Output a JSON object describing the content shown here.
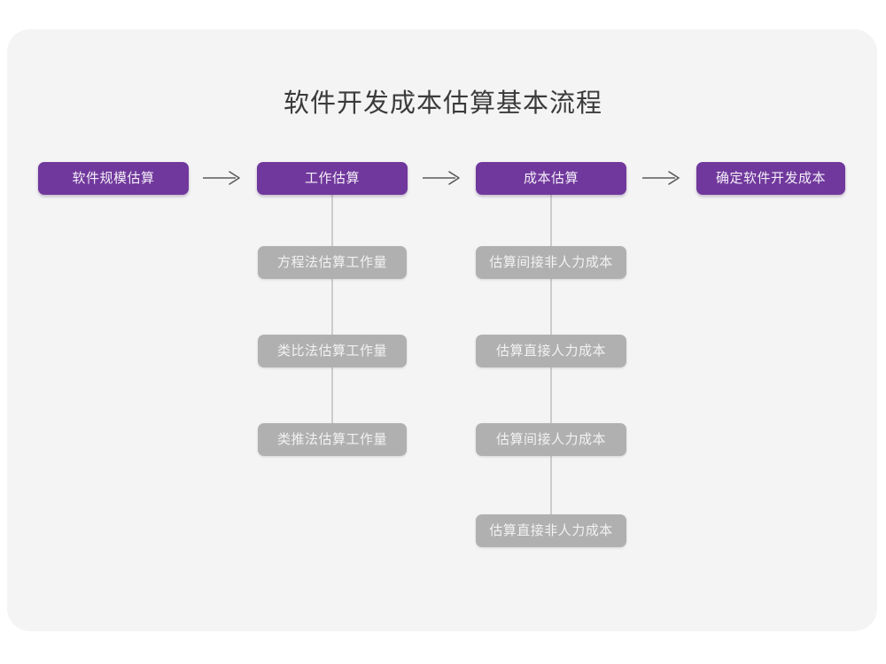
{
  "page": {
    "title": "软件开发成本估算基本流程",
    "background_color": "#ffffff",
    "card_color": "#f4f4f5",
    "accent_color": "#70389c",
    "secondary_color": "#b0b0b0",
    "connector_color": "#cccccc",
    "arrow_color": "#595959"
  },
  "flow": {
    "main_steps": [
      {
        "label": "软件规模估算"
      },
      {
        "label": "工作估算"
      },
      {
        "label": "成本估算"
      },
      {
        "label": "确定软件开发成本"
      }
    ],
    "arrows": [
      {
        "name": "arrow-1",
        "glyph": "→"
      },
      {
        "name": "arrow-2",
        "glyph": "→"
      },
      {
        "name": "arrow-3",
        "glyph": "→"
      }
    ],
    "work_estimation_methods": [
      {
        "label": "方程法估算工作量"
      },
      {
        "label": "类比法估算工作量"
      },
      {
        "label": "类推法估算工作量"
      }
    ],
    "cost_estimation_items": [
      {
        "label": "估算间接非人力成本"
      },
      {
        "label": "估算直接人力成本"
      },
      {
        "label": "估算间接人力成本"
      },
      {
        "label": "估算直接非人力成本"
      }
    ]
  }
}
